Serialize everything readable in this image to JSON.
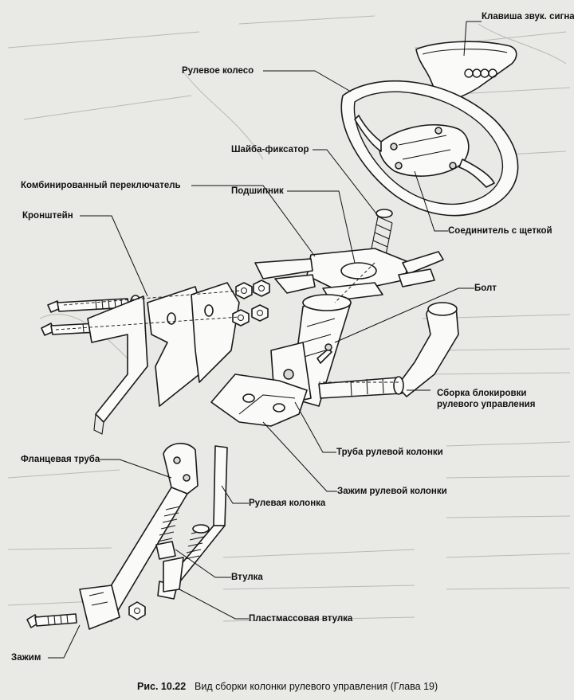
{
  "labels": {
    "horn_button": "Клавиша звук. сигнала",
    "steering_wheel": "Рулевое колесо",
    "lock_washer": "Шайба-фиксатор",
    "combination_switch": "Комбинированный переключатель",
    "bearing": "Подшипник",
    "bracket": "Кронштейн",
    "brush_connector": "Соединитель с щеткой",
    "bolt": "Болт",
    "lock_assembly": "Сборка блокировки рулевого управления",
    "column_tube": "Труба рулевой колонки",
    "flange_tube": "Фланцевая труба",
    "column_clamp": "Зажим рулевой колонки",
    "steering_column": "Рулевая колонка",
    "bushing": "Втулка",
    "plastic_bushing": "Пластмассовая втулка",
    "clamp": "Зажим"
  },
  "caption": {
    "prefix": "Рис. 10.22",
    "text": "Вид сборки колонки рулевого управления (Глава 19)"
  }
}
